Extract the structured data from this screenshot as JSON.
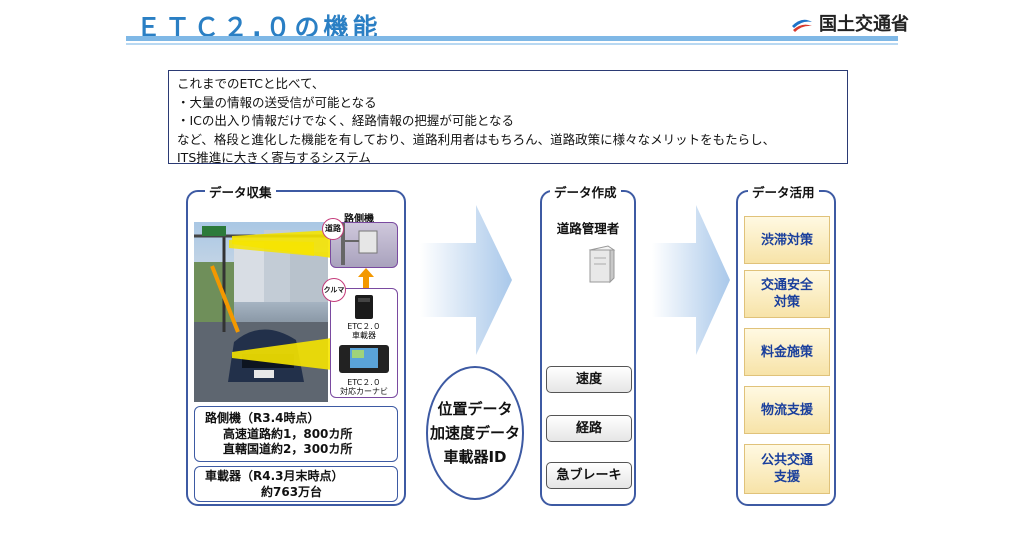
{
  "header": {
    "title": "ＥＴＣ２.０の機能",
    "ministry": "国土交通省"
  },
  "intro": {
    "lines": [
      "これまでのETCと比べて、",
      "・大量の情報の送受信が可能となる",
      "・ICの出入り情報だけでなく、経路情報の把握が可能となる",
      "など、格段と進化した機能を有しており、道路利用者はもちろん、道路政策に様々なメリットをもたらし、",
      "ITS推進に大きく寄与するシステム"
    ]
  },
  "collection": {
    "title": "データ収集",
    "roadside_label": "路側機",
    "tag_road": "道路",
    "tag_car": "クルマ",
    "device1": [
      "ETC２.０",
      "車載器"
    ],
    "device2": [
      "ETC２.０",
      "対応カーナビ"
    ],
    "roadside_stats": {
      "line1": "路側機（R3.4時点）",
      "line2": "高速道路約1，800カ所",
      "line3": "直轄国道約2，300カ所"
    },
    "onboard_stats": {
      "line1": "車載器（R4.3月末時点）",
      "line2": "約763万台"
    }
  },
  "transmitted": {
    "items": [
      "位置データ",
      "加速度データ",
      "車載器ID"
    ]
  },
  "creation": {
    "title": "データ作成",
    "manager": "道路管理者",
    "items": [
      "速度",
      "経路",
      "急ブレーキ"
    ]
  },
  "usage": {
    "title": "データ活用",
    "items": [
      [
        "渋滞対策"
      ],
      [
        "交通安全",
        "対策"
      ],
      [
        "料金施策"
      ],
      [
        "物流支援"
      ],
      [
        "公共交通",
        "支援"
      ]
    ]
  },
  "colors": {
    "title_blue": "#2a7fc4",
    "panel_border": "#3d5aa3",
    "usage_text": "#1a3f9c",
    "usage_fill": "#f7e3a8",
    "arrow": "#b9d3ee"
  }
}
